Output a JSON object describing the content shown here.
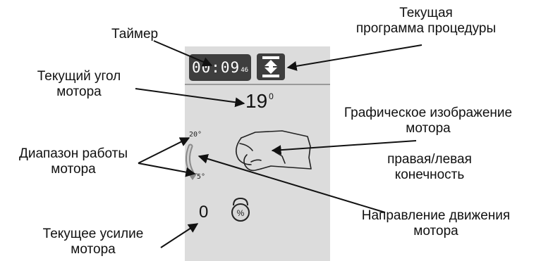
{
  "device": {
    "timer": {
      "main": "00:09",
      "sub": "46"
    },
    "angle": {
      "value": "19",
      "unit": "0"
    },
    "range": {
      "top": "20°",
      "bottom": "5°"
    },
    "force": {
      "value": "0",
      "icon_symbol": "%"
    },
    "program_icon": "vertical-double-arrow-icon",
    "limb_icon": "fist-icon",
    "direction_icon": "curved-arrow-icon",
    "colors": {
      "screen": "#dcdcdc",
      "button": "#3e3e3e",
      "text": "#111111"
    }
  },
  "labels": {
    "timer": "Таймер",
    "program": [
      "Текущая",
      "программа процедуры"
    ],
    "angle": [
      "Текущий  угол",
      "мотора"
    ],
    "graphic": [
      "Графическое изображение",
      "мотора"
    ],
    "range": [
      "Диапазон работы",
      "мотора"
    ],
    "limb": [
      "правая/левая",
      "конечность"
    ],
    "direction": [
      "Направление движения",
      "мотора"
    ],
    "force": [
      "Текущее усилие",
      "мотора"
    ]
  }
}
